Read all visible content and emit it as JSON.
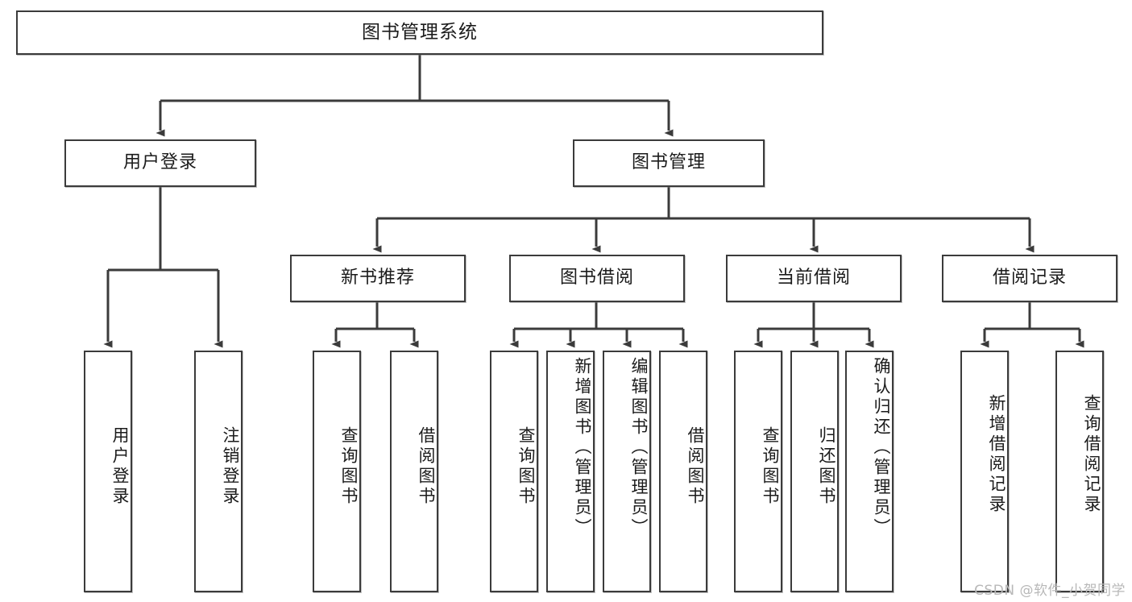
{
  "diagram": {
    "title": "图书管理系统",
    "watermark": "CSDN @软件_小贺同学",
    "edge_color": "#3b3b3b",
    "box_border_color": "#3b3b3b",
    "box_fill_color": "#ffffff",
    "text_color": "#1b1b1b",
    "watermark_color": "#b8b8b8"
  },
  "nodes": {
    "root": {
      "label": "图书管理系统"
    },
    "level1": [
      {
        "id": "user-login",
        "label": "用户登录"
      },
      {
        "id": "book-manage",
        "label": "图书管理"
      }
    ],
    "level2": [
      {
        "id": "new-book-recommend",
        "label": "新书推荐"
      },
      {
        "id": "book-borrow",
        "label": "图书借阅"
      },
      {
        "id": "current-borrow",
        "label": "当前借阅"
      },
      {
        "id": "borrow-record",
        "label": "借阅记录"
      }
    ],
    "leaves": {
      "user_login": [
        {
          "id": "leaf-user-login",
          "label": "用户登录"
        },
        {
          "id": "leaf-user-logout",
          "label": "注销登录"
        }
      ],
      "new_book_recommend": [
        {
          "id": "leaf-query-book-1",
          "label": "查询图书"
        },
        {
          "id": "leaf-borrow-book-1",
          "label": "借阅图书"
        }
      ],
      "book_borrow": [
        {
          "id": "leaf-query-book-2",
          "label": "查询图书"
        },
        {
          "id": "leaf-add-book",
          "label": "新增图书（管理员）"
        },
        {
          "id": "leaf-edit-book",
          "label": "编辑图书（管理员）"
        },
        {
          "id": "leaf-borrow-book-2",
          "label": "借阅图书"
        }
      ],
      "current_borrow": [
        {
          "id": "leaf-query-book-3",
          "label": "查询图书"
        },
        {
          "id": "leaf-return-book",
          "label": "归还图书"
        },
        {
          "id": "leaf-confirm-return",
          "label": "确认归还（管理员）"
        }
      ],
      "borrow_record": [
        {
          "id": "leaf-add-record",
          "label": "新增借阅记录"
        },
        {
          "id": "leaf-query-record",
          "label": "查询借阅记录"
        }
      ]
    }
  }
}
